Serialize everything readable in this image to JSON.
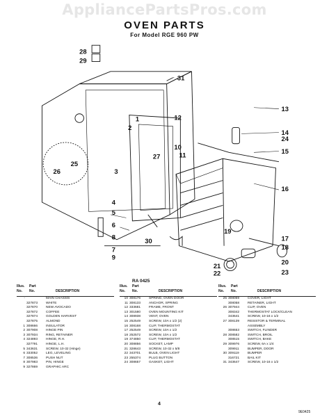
{
  "watermark": "AppliancePartsPros.com",
  "title": "OVEN PARTS",
  "subtitle": "For Model RGE 960 PW",
  "diagram_ref": "RA 0425",
  "callouts": [
    "28",
    "29",
    "31",
    "1",
    "12",
    "13",
    "2",
    "14",
    "24",
    "15",
    "16",
    "10",
    "11",
    "27",
    "3",
    "26",
    "25",
    "4",
    "5",
    "6",
    "8",
    "7",
    "9",
    "30",
    "19",
    "17",
    "18",
    "20",
    "21",
    "22",
    "23"
  ],
  "table_headers": {
    "illus": "Illus.",
    "no": "No.",
    "part": "Part",
    "part_no": "No.",
    "description": "DESCRIPTION"
  },
  "parts_col1": [
    {
      "no": "-",
      "pn": "",
      "desc": "MAIN CHASSIS"
    },
    {
      "no": "",
      "pn": "327873",
      "desc": "WHITE"
    },
    {
      "no": "",
      "pn": "327870",
      "desc": "NEW AVOCADO"
    },
    {
      "no": "",
      "pn": "327872",
      "desc": "COFFEE"
    },
    {
      "no": "",
      "pn": "327874",
      "desc": "GOLDEN HARVEST"
    },
    {
      "no": "",
      "pn": "327875",
      "desc": "ALMOND"
    },
    {
      "no": "1",
      "pn": "308666",
      "desc": "INSULATOR"
    },
    {
      "no": "2",
      "pn": "307908",
      "desc": "HINGE PIN"
    },
    {
      "no": "3",
      "pn": "307934",
      "desc": "RING, RETAINER"
    },
    {
      "no": "4",
      "pn": "324893",
      "desc": "HINGE, R.H."
    },
    {
      "no": "",
      "pn": "327791",
      "desc": "HINGE, L.H."
    },
    {
      "no": "5",
      "pn": "343631",
      "desc": "SCREW, 10-32 (Hinge)"
    },
    {
      "no": "6",
      "pn": "333052",
      "desc": "LEG, LEVELING"
    },
    {
      "no": "7",
      "pn": "308536",
      "desc": "PUSH NUT"
    },
    {
      "no": "8",
      "pn": "307983",
      "desc": "PIN, HINGE"
    },
    {
      "no": "9",
      "pn": "327869",
      "desc": "GRAPHIC ARC"
    }
  ],
  "parts_col2": [
    {
      "no": "10",
      "pn": "308176",
      "desc": "SPRING, OVEN DOOR"
    },
    {
      "no": "11",
      "pn": "308133",
      "desc": "ANCHOR, SPRING"
    },
    {
      "no": "12",
      "pn": "333681",
      "desc": "FRAME, FRONT"
    },
    {
      "no": "13",
      "pn": "301580",
      "desc": "OVEN MOUNTING KIT"
    },
    {
      "no": "14",
      "pn": "308938",
      "desc": "VENT, OVEN"
    },
    {
      "no": "15",
      "pn": "252549",
      "desc": "SCREW, 10A x 1/2 (2)"
    },
    {
      "no": "16",
      "pn": "308168",
      "desc": "CLIP, THERMOSTAT"
    },
    {
      "no": "17",
      "pn": "252549",
      "desc": "SCREW, 10A x 1/2"
    },
    {
      "no": "18",
      "pn": "252572",
      "desc": "SCREW, 10A x 1/2"
    },
    {
      "no": "19",
      "pn": "374850",
      "desc": "CLIP, THERMOSTAT"
    },
    {
      "no": "20",
      "pn": "308856",
      "desc": "SOCKET, LAMP"
    },
    {
      "no": "21",
      "pn": "328643",
      "desc": "SCREW, 10-32 x 5/8"
    },
    {
      "no": "22",
      "pn": "343701",
      "desc": "BULB, OVEN LIGHT"
    },
    {
      "no": "23",
      "pn": "255374",
      "desc": "PLUG BUTTON"
    },
    {
      "no": "24",
      "pn": "308657",
      "desc": "GASKET, LIGHT"
    }
  ],
  "parts_col3": [
    {
      "no": "25",
      "pn": "308059",
      "desc": "COVER, LIGHT"
    },
    {
      "no": "",
      "pn": "308058",
      "desc": "RETAINER, LIGHT"
    },
    {
      "no": "26",
      "pn": "307944",
      "desc": "CLIP, OVEN"
    },
    {
      "no": "",
      "pn": "308342",
      "desc": "THERMOSTAT LOCK/CLEAN"
    },
    {
      "no": "",
      "pn": "343641",
      "desc": "SCREW, 10-16 x 1/2"
    },
    {
      "no": "27",
      "pn": "308139",
      "desc": "RESISTOR & TERMINAL"
    },
    {
      "no": "",
      "pn": "",
      "desc": "ASSEMBLY"
    },
    {
      "no": "",
      "pn": "308653",
      "desc": "SWITCH, FLINDER"
    },
    {
      "no": "28",
      "pn": "308582",
      "desc": "SWITCH, BROIL"
    },
    {
      "no": "",
      "pn": "308515",
      "desc": "SWITCH, BAKE"
    },
    {
      "no": "29",
      "pn": "309976",
      "desc": "SCREW, 6A x 1/4"
    },
    {
      "no": "",
      "pn": "309911",
      "desc": "BUMPER, DOOR"
    },
    {
      "no": "30",
      "pn": "309119",
      "desc": "BUMPER"
    },
    {
      "no": "",
      "pn": "316721",
      "desc": "BAIL KIT"
    },
    {
      "no": "31",
      "pn": "343647",
      "desc": "SCREW, 10-16 x 1/2"
    }
  ],
  "page_number": "4",
  "bottom_code": "9E0425"
}
